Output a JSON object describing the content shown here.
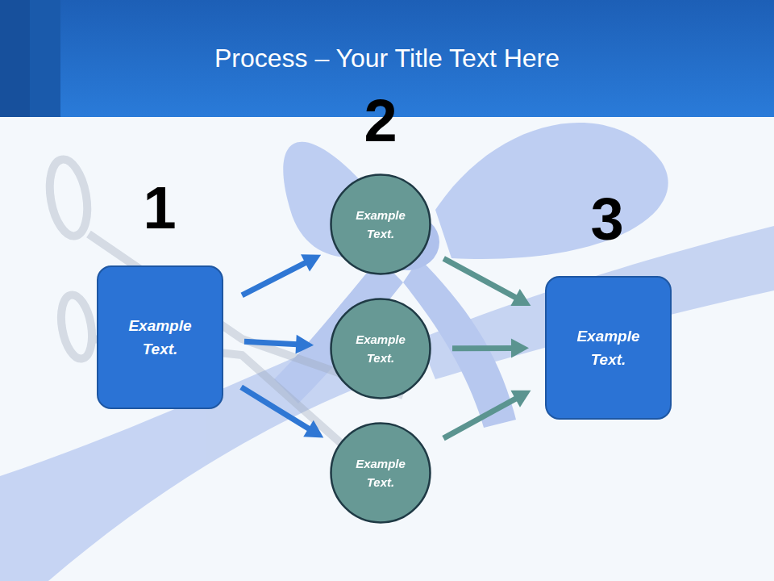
{
  "diagram": {
    "title": "Process – Your Title Text Here",
    "nodes": [
      {
        "text": [
          "Example Text."
        ]
      },
      {
        "text": [
          "Example Text."
        ]
      },
      {
        "text": [
          "Example Text."
        ]
      },
      {
        "text": [
          "Example Text."
        ]
      },
      {
        "text": [
          "Example Text."
        ]
      }
    ],
    "edges": [
      {
        "from": 0,
        "to": 1,
        "arrow": "to"
      },
      {
        "from": 0,
        "to": 2,
        "arrow": "to"
      },
      {
        "from": 0,
        "to": 3,
        "arrow": "to"
      },
      {
        "from": 1,
        "to": 4,
        "arrow": "to"
      },
      {
        "from": 2,
        "to": 4,
        "arrow": "to"
      },
      {
        "from": 3,
        "to": 4,
        "arrow": "to"
      }
    ],
    "labels": [
      "1",
      "2",
      "3"
    ]
  }
}
